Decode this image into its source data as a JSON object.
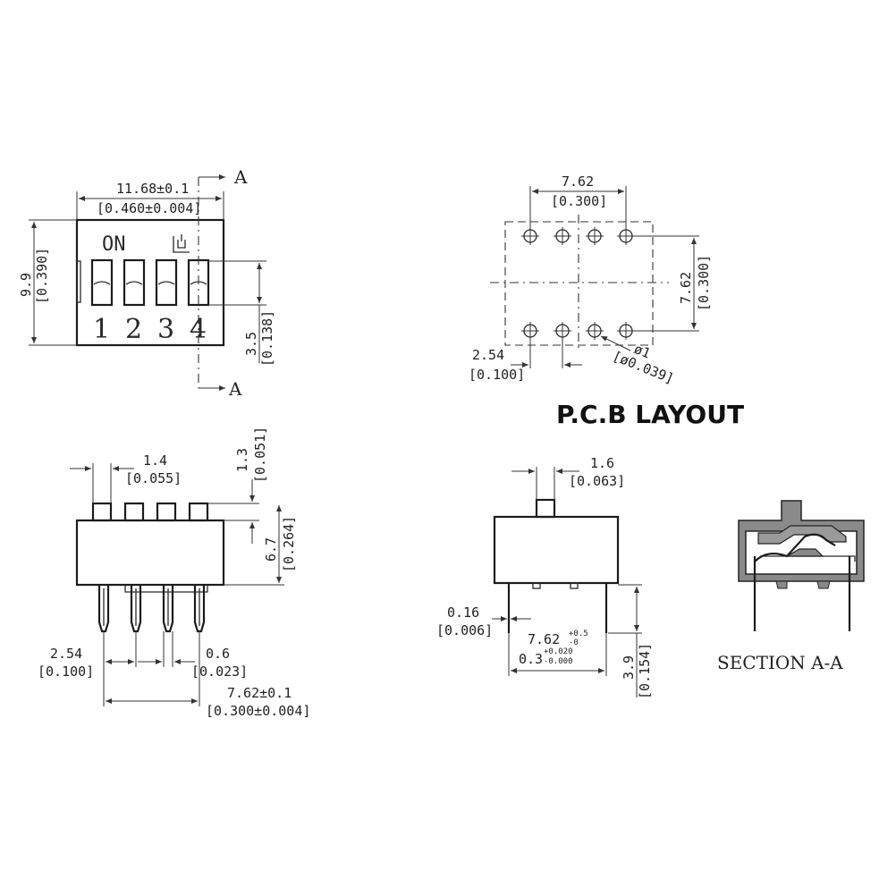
{
  "top_view": {
    "width_mm": "11.68±0.1",
    "width_in": "[0.460±0.004]",
    "height_mm": "9.9",
    "height_in": "[0.390]",
    "slot_mm": "3.5",
    "slot_in": "[0.138]",
    "on_label": "ON",
    "switch_numbers": [
      "1",
      "2",
      "3",
      "4"
    ],
    "section_mark_top": "A",
    "section_mark_bottom": "A"
  },
  "pcb_layout": {
    "title": "P.C.B LAYOUT",
    "pitch_x_mm": "7.62",
    "pitch_x_in": "[0.300]",
    "pitch_y_mm": "7.62",
    "pitch_y_in": "[0.300]",
    "pin_pitch_mm": "2.54",
    "pin_pitch_in": "[0.100]",
    "hole_mm": "ø1",
    "hole_in": "[ø0.039]"
  },
  "front_view": {
    "actuator_mm": "1.4",
    "actuator_in": "[0.055]",
    "actuator_h_mm": "1.3",
    "actuator_h_in": "[0.051]",
    "body_h_mm": "6.7",
    "body_h_in": "[0.264]",
    "pin_pitch_mm": "2.54",
    "pin_pitch_in": "[0.100]",
    "pin_w_mm": "0.6",
    "pin_w_in": "[0.023]",
    "row_mm": "7.62±0.1",
    "row_in": "[0.300±0.004]"
  },
  "side_view": {
    "actuator_mm": "1.6",
    "actuator_in": "[0.063]",
    "pin_t_mm": "0.16",
    "pin_t_in": "[0.006]",
    "row_mm_base": "7.62",
    "row_mm_tol_upper": "+0.5",
    "row_mm_tol_lower": "-0",
    "row_in_base": "0.3",
    "row_in_tol_upper": "+0.020",
    "row_in_tol_lower": "-0.000",
    "pin_len_mm": "3.9",
    "pin_len_in": "[0.154]"
  },
  "section": {
    "label": "SECTION  A-A"
  }
}
